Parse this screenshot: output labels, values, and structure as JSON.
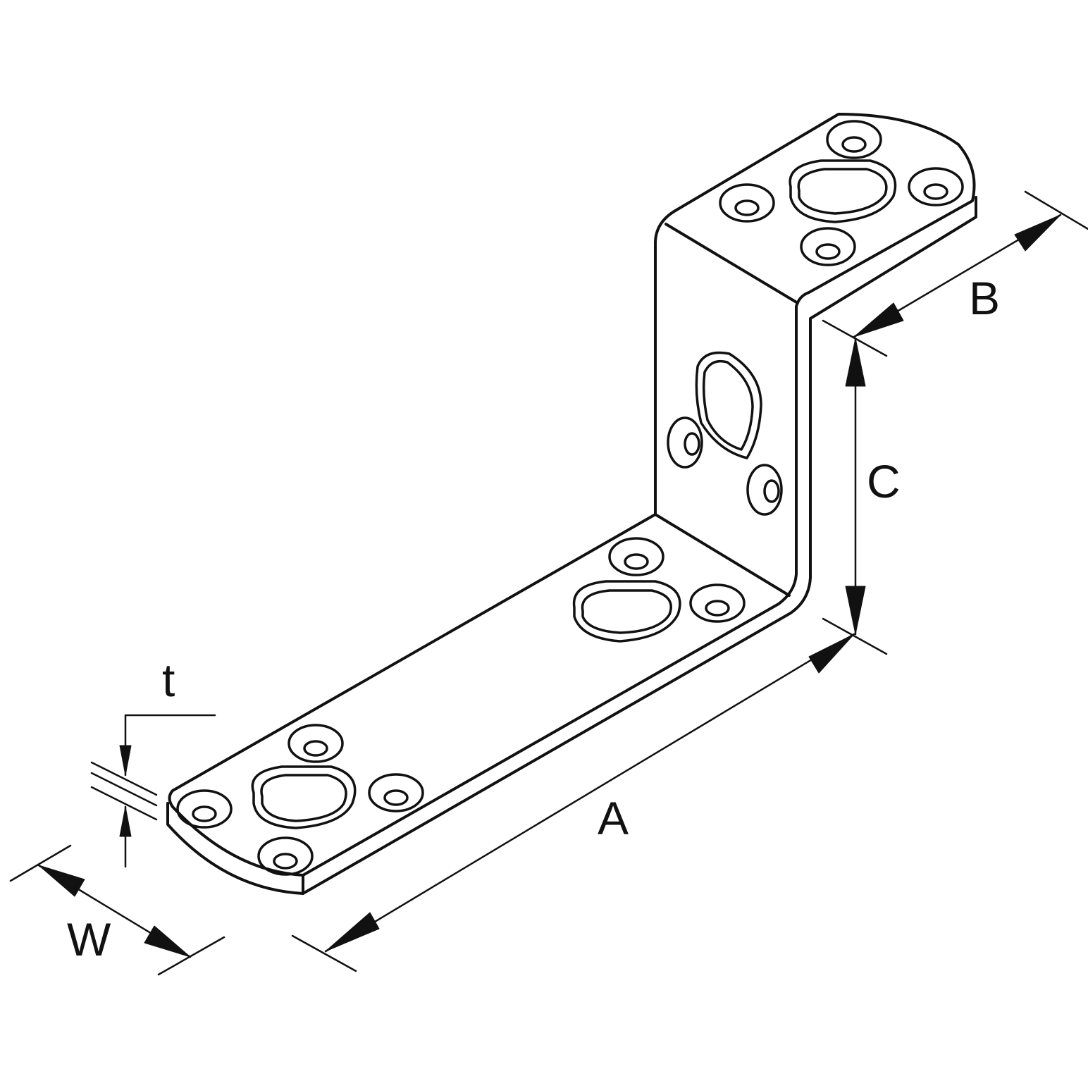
{
  "diagram": {
    "line_color": "#111111",
    "background": "#ffffff",
    "labels": {
      "A": "A",
      "B": "B",
      "C": "C",
      "W": "W",
      "t": "t"
    }
  }
}
